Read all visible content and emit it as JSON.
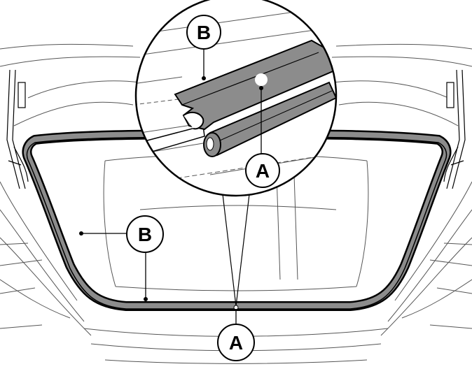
{
  "callouts": {
    "inset_top": "B",
    "inset_bottom": "A",
    "left": "B",
    "bottom": "A"
  },
  "colors": {
    "seal_fill": "#8c8c8c",
    "line": "#000000",
    "background": "#ffffff",
    "sketch_line": "#555555"
  }
}
